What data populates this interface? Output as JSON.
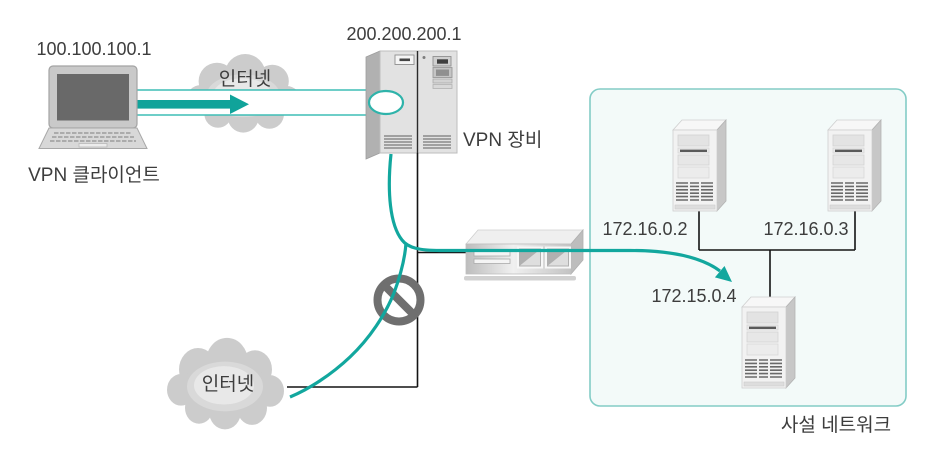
{
  "diagram_type": "vpn-network-topology",
  "nodes": {
    "vpn_client": {
      "ip": "100.100.100.1",
      "label": "VPN 클라이언트"
    },
    "internet_top": {
      "label": "인터넷"
    },
    "vpn_gateway": {
      "ip": "200.200.200.1",
      "label": "VPN 장비"
    },
    "internet_bottom": {
      "label": "인터넷"
    },
    "private_network": {
      "label": "사설 네트워크",
      "servers": [
        {
          "ip": "172.16.0.2"
        },
        {
          "ip": "172.16.0.3"
        },
        {
          "ip": "172.15.0.4"
        }
      ]
    }
  },
  "icons": [
    "laptop-icon",
    "cloud-icon",
    "vpn-gateway-icon",
    "switch-icon",
    "server-tower-icon",
    "no-entry-icon",
    "vpn-tunnel",
    "flow-arrow"
  ],
  "colors": {
    "teal_flow": "#12a79e",
    "tunnel_border": "#3fbdb5",
    "private_box_border": "#83ccc6",
    "private_box_fill": "#f3faf9",
    "prohibition_gray": "#6f6f6f",
    "line_black": "#141414",
    "text": "#3d3d3d"
  }
}
